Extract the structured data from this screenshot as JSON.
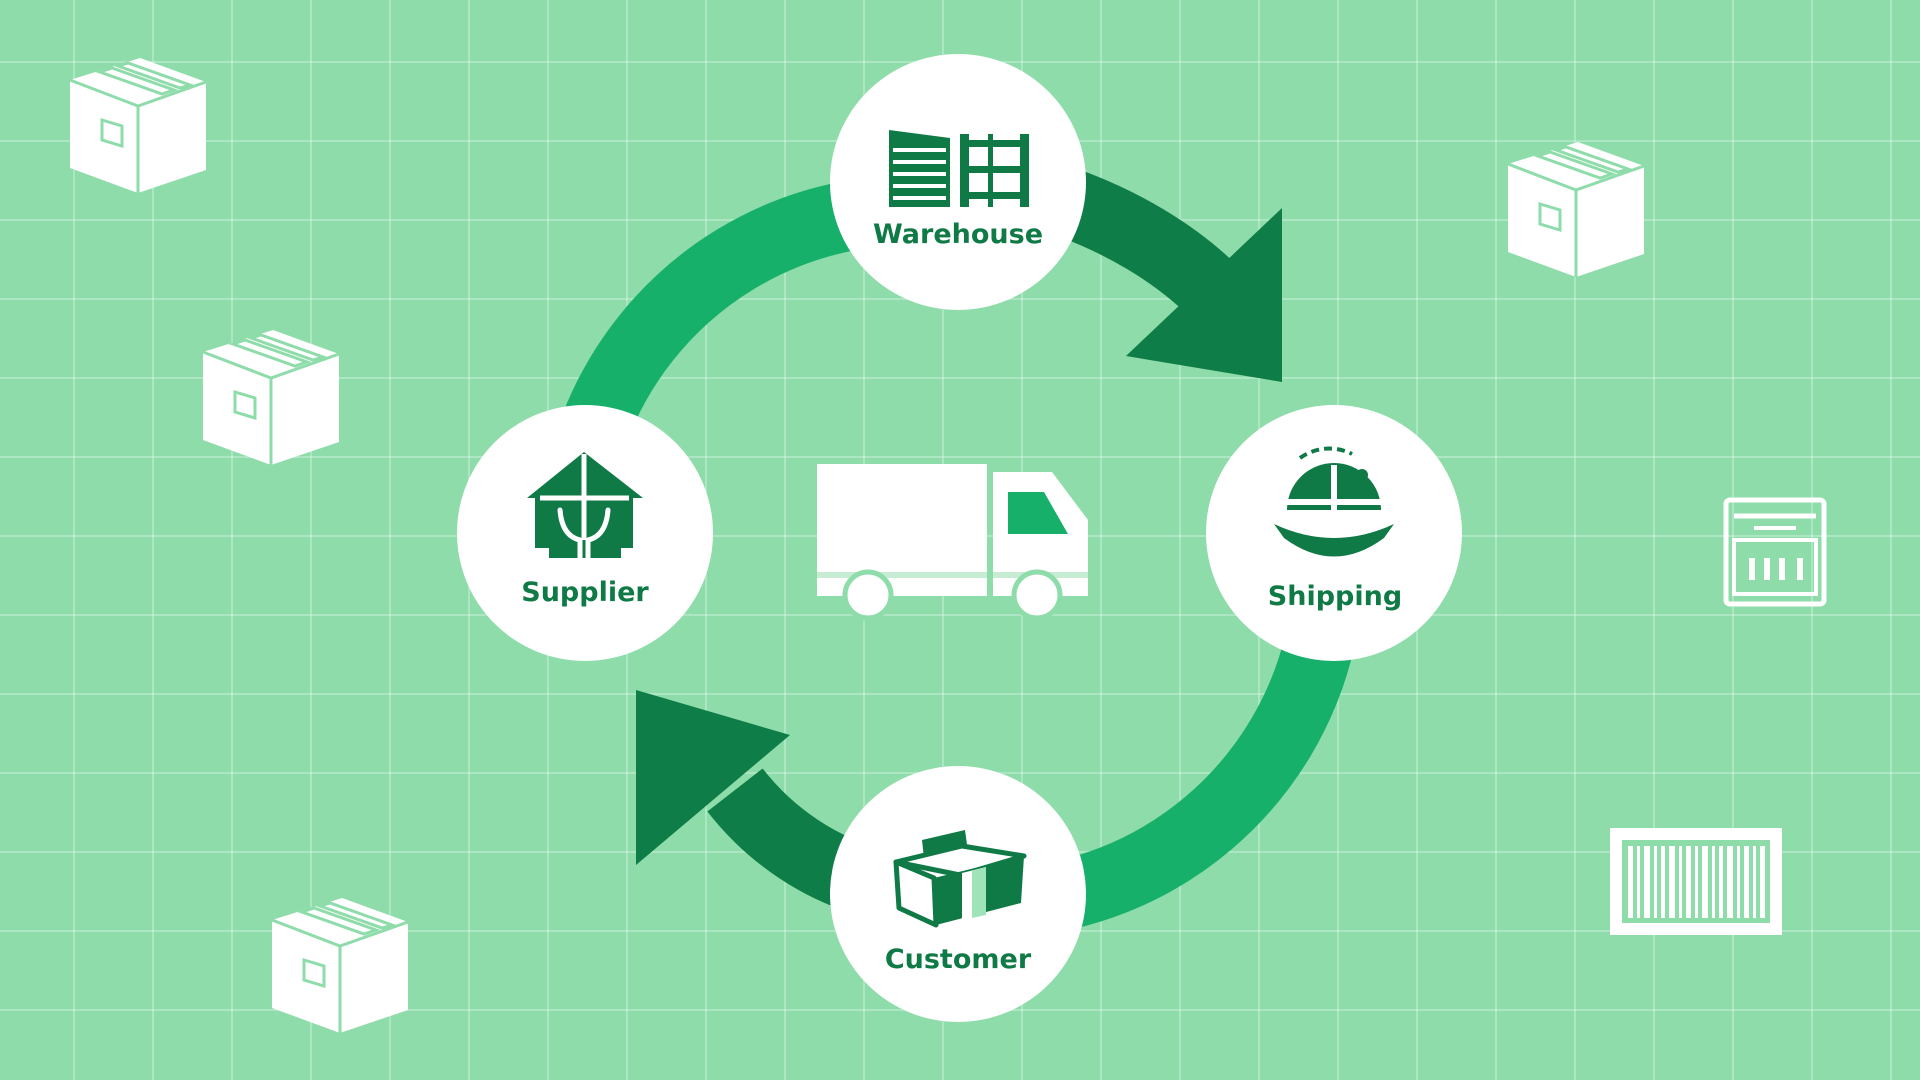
{
  "colors": {
    "background": "#8edcaa",
    "grid": "#b5ebc7",
    "arrow_light": "#16b06a",
    "arrow_dark": "#0e7d48",
    "icon": "#0f7a45",
    "node_fill": "#ffffff",
    "decor": "#ffffff"
  },
  "nodes": [
    {
      "id": "warehouse",
      "label": "Warehouse",
      "icon": "warehouse-shelves-icon"
    },
    {
      "id": "shipping",
      "label": "Shipping",
      "icon": "cargo-ship-globe-icon"
    },
    {
      "id": "customer",
      "label": "Customer",
      "icon": "open-box-icon"
    },
    {
      "id": "supplier",
      "label": "Supplier",
      "icon": "supplier-house-icon"
    }
  ],
  "center": {
    "icon": "delivery-truck-icon"
  },
  "decorations": [
    "package-box-icon",
    "package-box-icon",
    "package-box-icon",
    "package-box-icon",
    "shipping-label-icon",
    "barcode-icon"
  ]
}
